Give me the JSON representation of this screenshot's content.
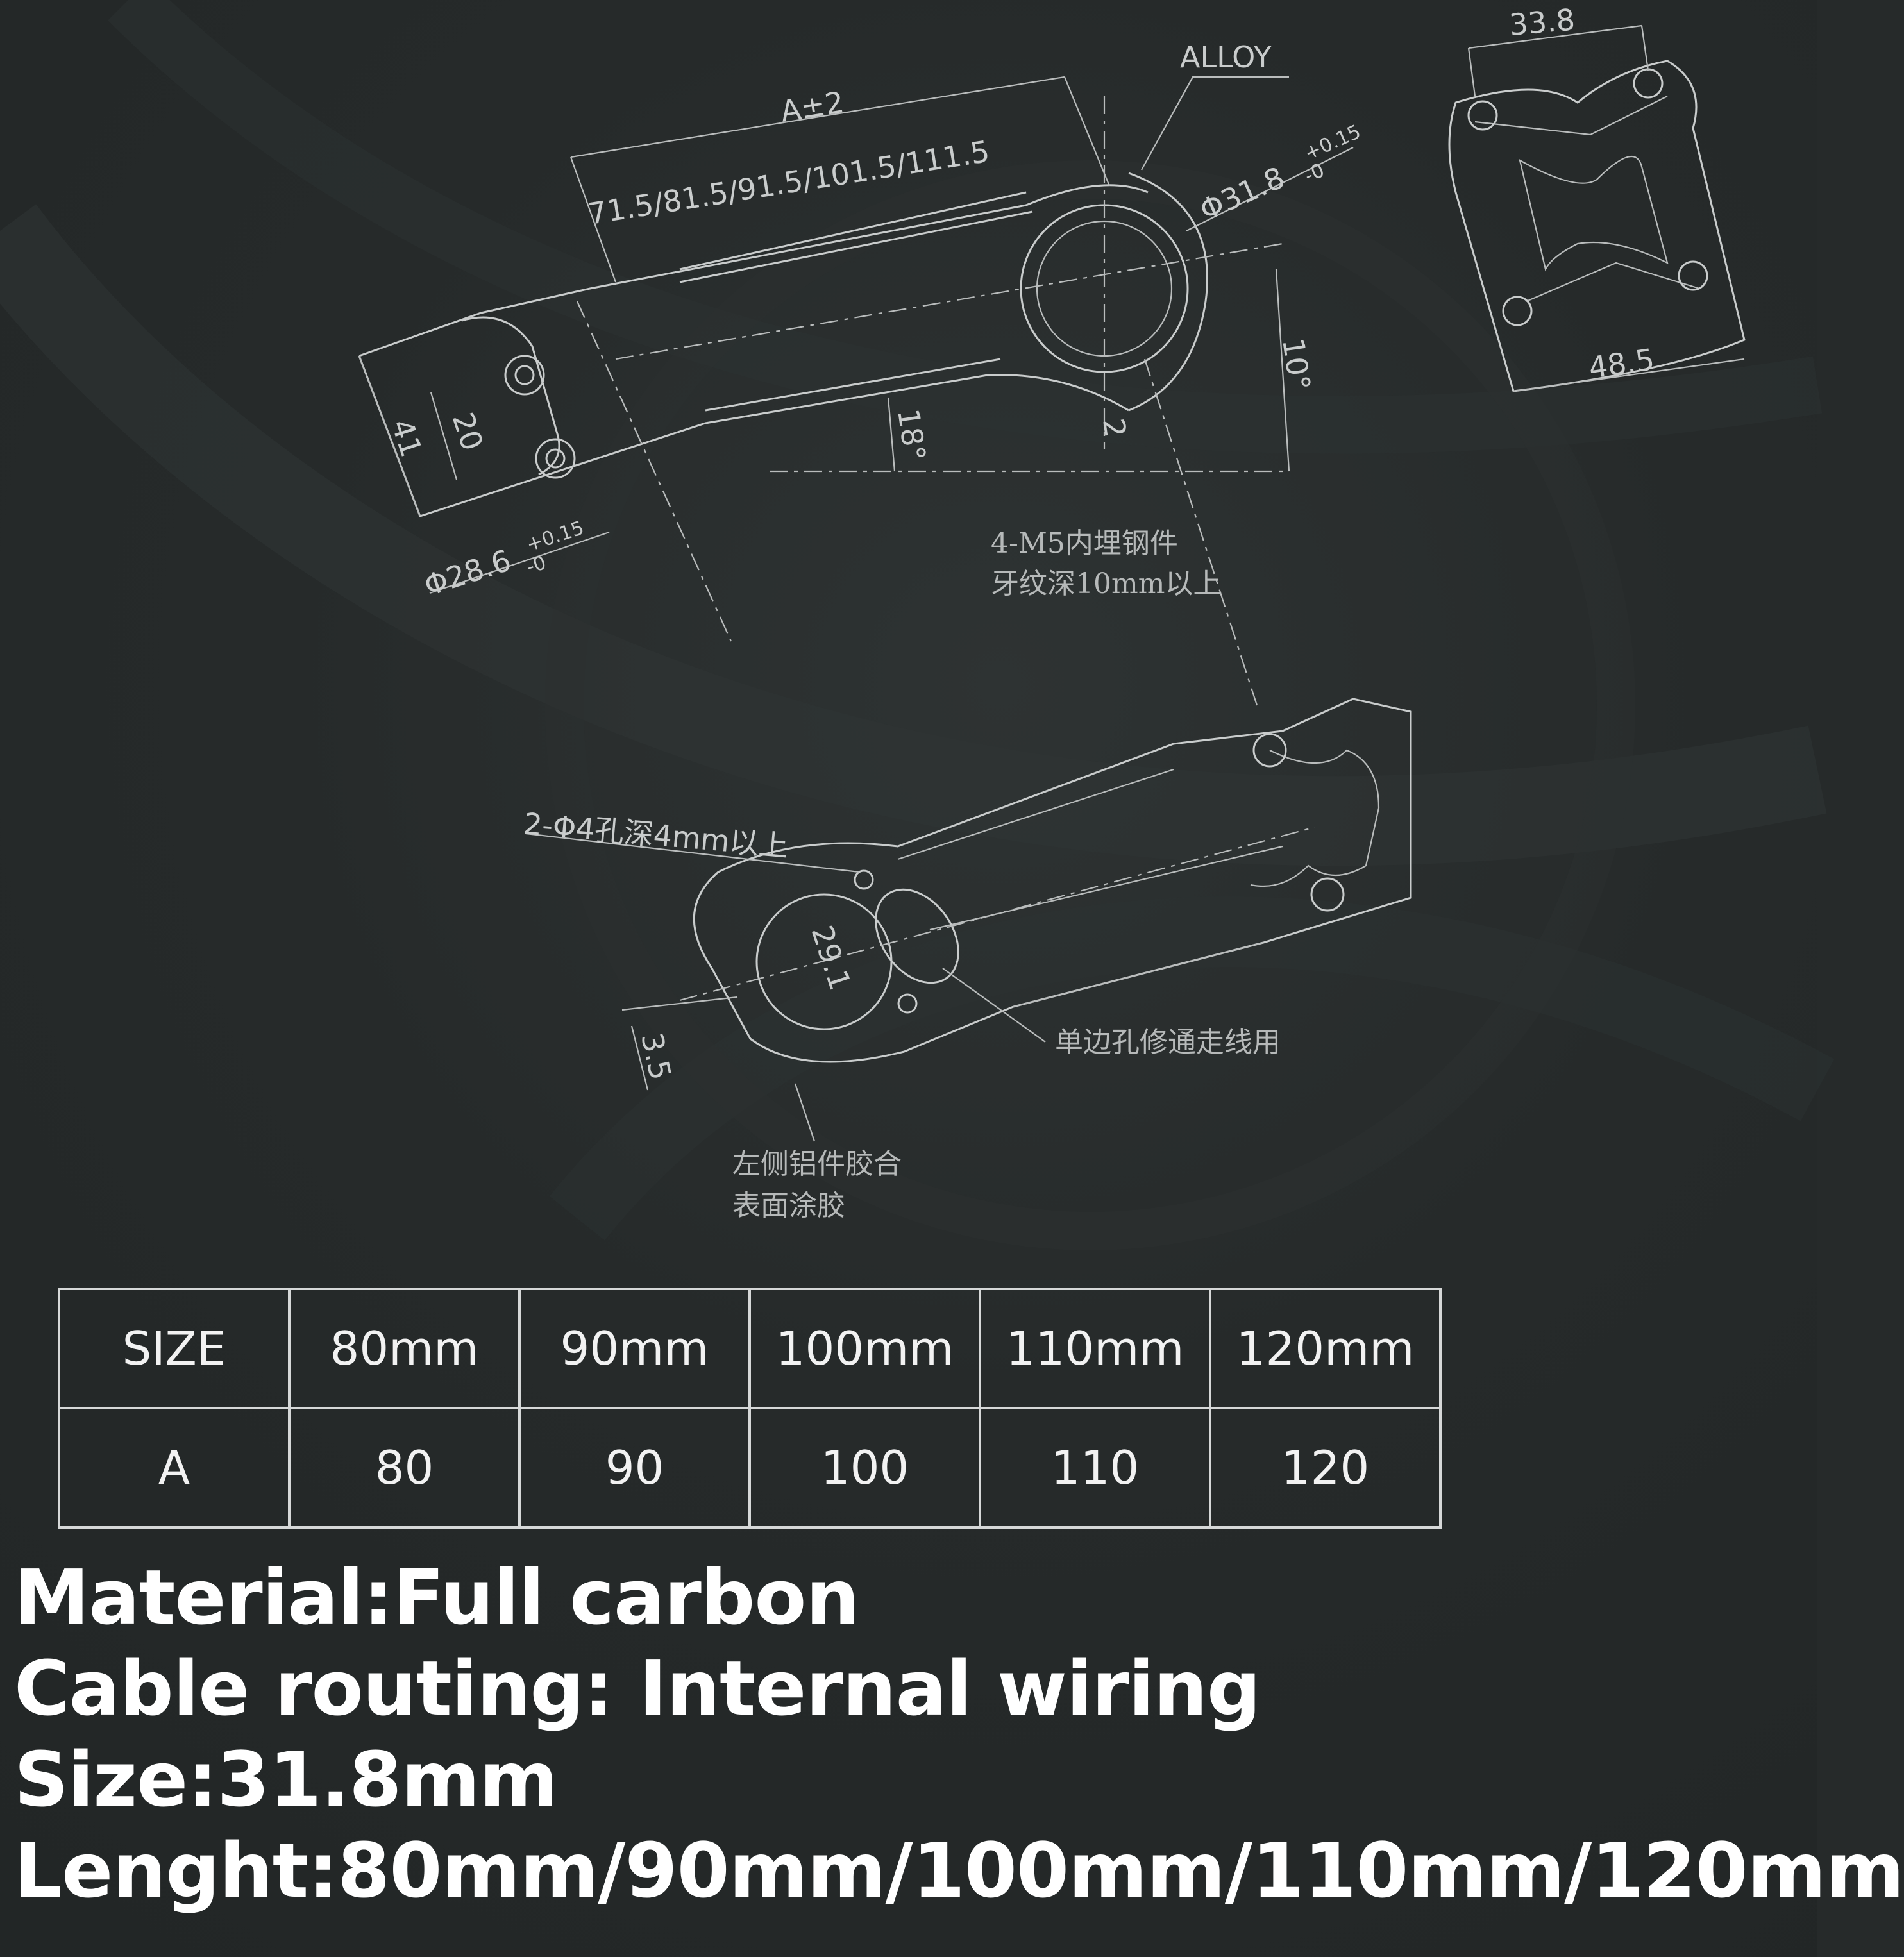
{
  "drawing": {
    "labels": {
      "alloy": "ALLOY",
      "a_tolerance": "A±2",
      "lengths": "71.5/81.5/91.5/101.5/111.5",
      "clamp_diameter": "Φ31.8",
      "clamp_tol_upper": "+0.15",
      "clamp_tol_lower": "-0",
      "steerer_diameter": "Φ28.6",
      "steerer_tol_upper": "+0.15",
      "steerer_tol_lower": "-0",
      "faceplate_width_top": "33.8",
      "faceplate_width_bottom": "48.5",
      "angle_10": "10°",
      "angle_18": "18°",
      "dim_41": "41",
      "dim_20": "20",
      "dim_2": "2",
      "dim_29_1": "29.1",
      "dim_3_5": "3.5",
      "note_m5_line1": "4-M5内埋钢件",
      "note_m5_line2": "牙纹深10mm以上",
      "note_holes": "2-Φ4孔深4mm以上",
      "note_cable_hole": "单边孔修通走线用",
      "note_glue_line1": "左侧铝件胶合",
      "note_glue_line2": "表面涂胶"
    }
  },
  "size_table": {
    "header": [
      "SIZE",
      "80mm",
      "90mm",
      "100mm",
      "110mm",
      "120mm"
    ],
    "row": [
      "A",
      "80",
      "90",
      "100",
      "110",
      "120"
    ]
  },
  "specs": {
    "material": "Material:Full carbon",
    "cable_routing": "Cable routing: Internal wiring",
    "size": "Size:31.8mm",
    "length": "Lenght:80mm/90mm/100mm/110mm/120mm"
  },
  "colors": {
    "background": "#262a2a",
    "line": "#c9cccc",
    "text": "#ffffff"
  }
}
